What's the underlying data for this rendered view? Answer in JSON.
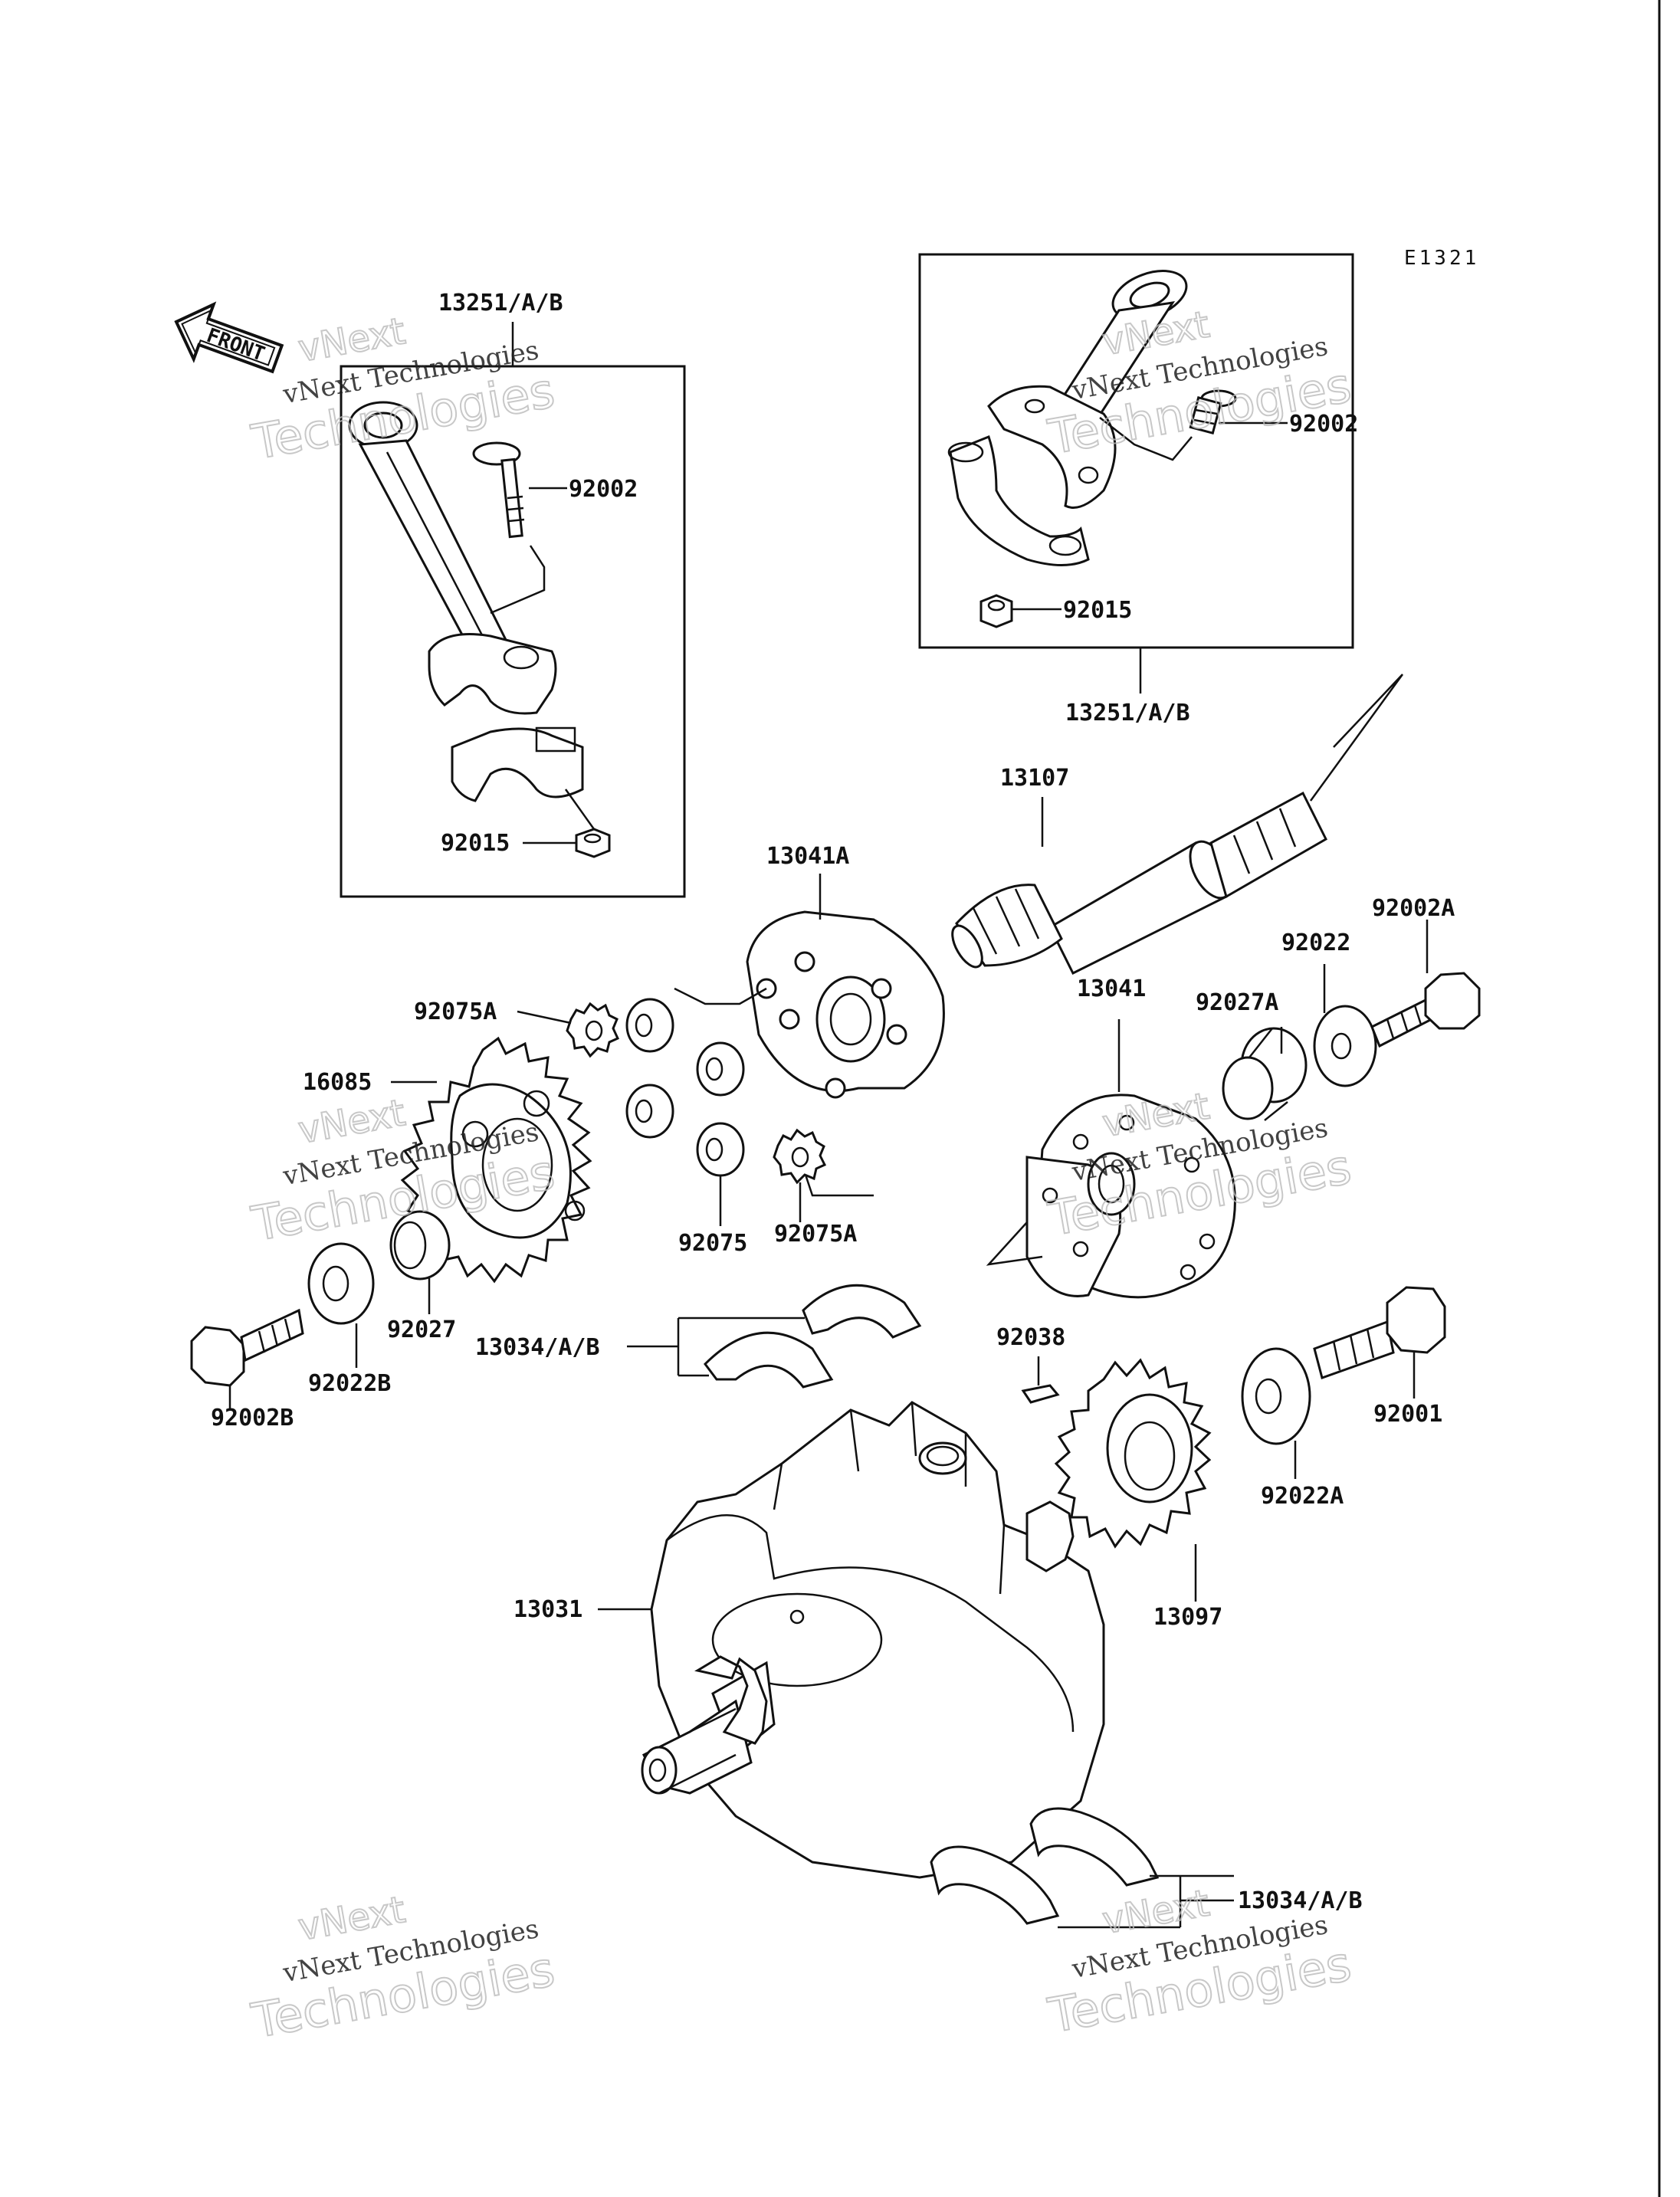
{
  "diagram_code": "E1321",
  "front_label": "FRONT",
  "watermark": {
    "line1": "vNext Technologies",
    "line2": "vNext",
    "line3": "Technologies"
  },
  "parts": {
    "p13251_left": "13251/A/B",
    "p92002_left": "92002",
    "p92015_left": "92015",
    "p13251_right": "13251/A/B",
    "p92002_right": "92002",
    "p92015_right": "92015",
    "p13107": "13107",
    "p13041A": "13041A",
    "p92002A": "92002A",
    "p92022": "92022",
    "p13041": "13041",
    "p92027A": "92027A",
    "p92075A_top": "92075A",
    "p16085": "16085",
    "p92075": "92075",
    "p92075A_bottom": "92075A",
    "p92027": "92027",
    "p92022B": "92022B",
    "p92002B": "92002B",
    "p13034_top": "13034/A/B",
    "p92038": "92038",
    "p92001": "92001",
    "p92022A": "92022A",
    "p13097": "13097",
    "p13031": "13031",
    "p13034_bottom": "13034/A/B"
  }
}
